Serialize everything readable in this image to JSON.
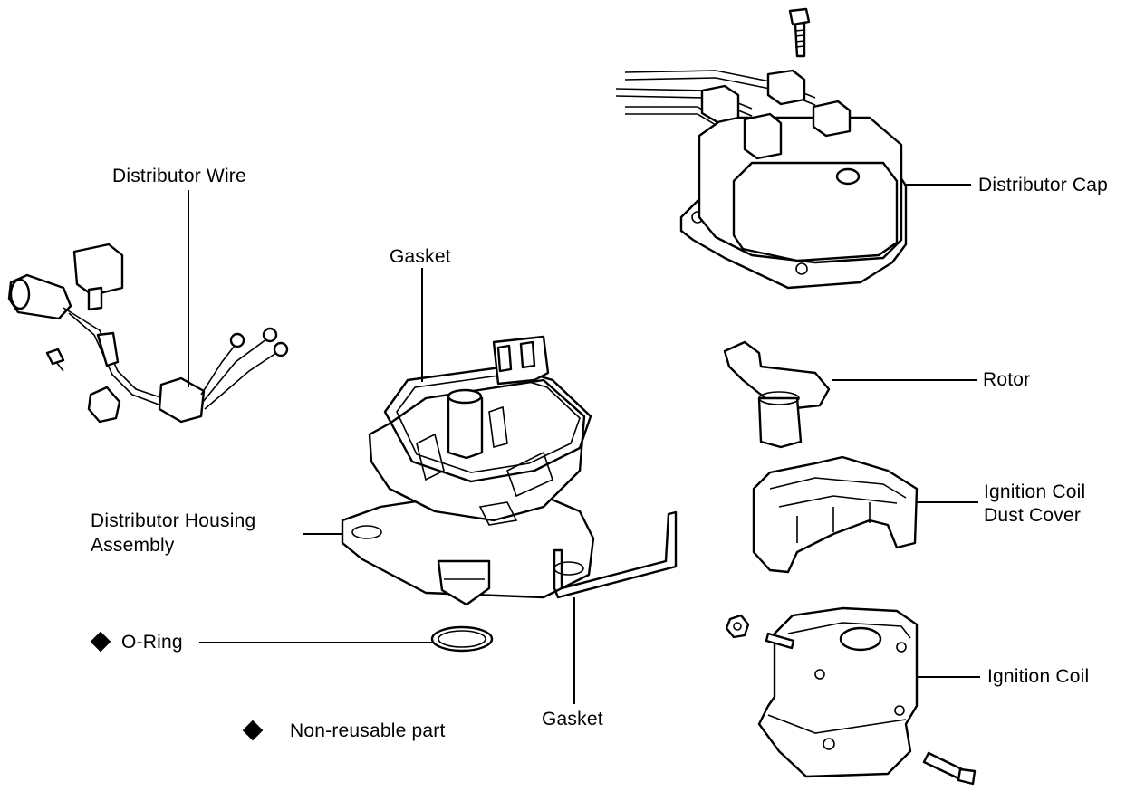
{
  "labels": {
    "distributor_wire": "Distributor Wire",
    "gasket_top": "Gasket",
    "distributor_cap": "Distributor Cap",
    "rotor": "Rotor",
    "ignition_coil_dust_cover_line1": "Ignition Coil",
    "ignition_coil_dust_cover_line2": "Dust Cover",
    "distributor_housing_line1": "Distributor Housing",
    "distributor_housing_line2": "Assembly",
    "o_ring": "O-Ring",
    "ignition_coil": "Ignition Coil",
    "gasket_bottom": "Gasket"
  },
  "legend": {
    "symbol": "diamond-icon",
    "text": "Non-reusable part"
  },
  "colors": {
    "ink": "#000000",
    "paper": "#ffffff"
  }
}
